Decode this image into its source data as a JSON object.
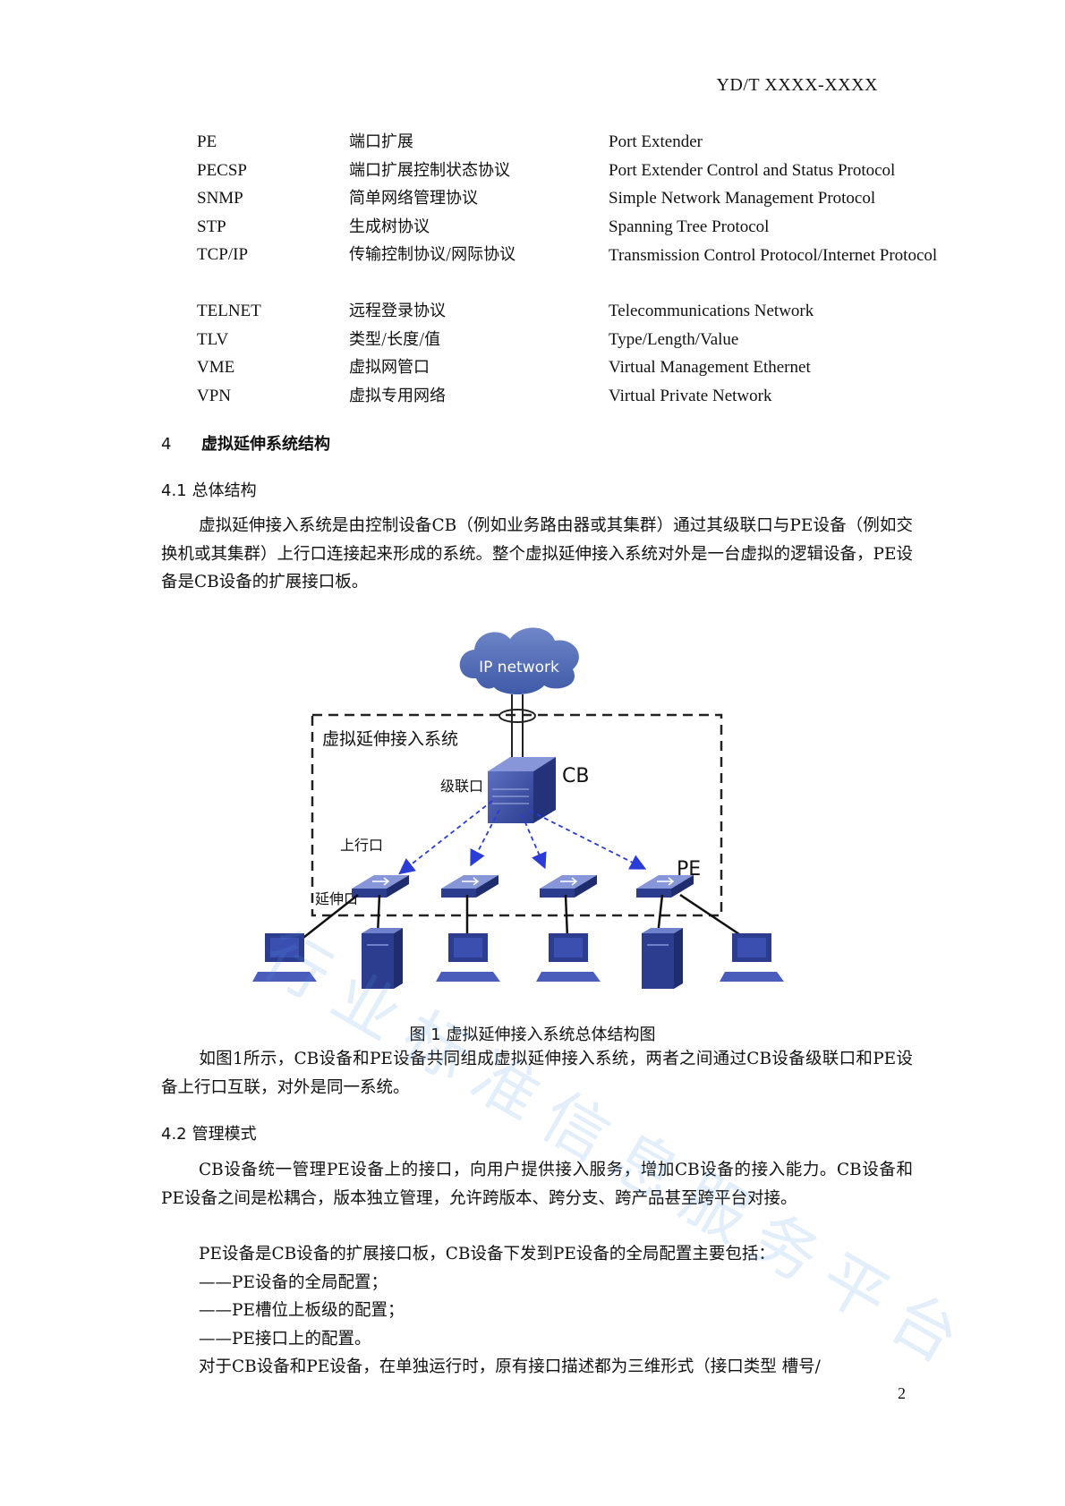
{
  "header": {
    "code": "YD/T  XXXX-XXXX"
  },
  "abbreviations": [
    {
      "abbr": "PE",
      "zh": "端口扩展",
      "en": "Port Extender"
    },
    {
      "abbr": "PECSP",
      "zh": "端口扩展控制状态协议",
      "en": "Port Extender Control and Status Protocol"
    },
    {
      "abbr": "SNMP",
      "zh": "简单网络管理协议",
      "en": "Simple Network Management Protocol"
    },
    {
      "abbr": "STP",
      "zh": "生成树协议",
      "en": "Spanning Tree Protocol"
    },
    {
      "abbr": "TCP/IP",
      "zh": "传输控制协议/网际协议",
      "en": "Transmission Control Protocol/Internet Protocol"
    },
    {
      "abbr": "TELNET",
      "zh": "远程登录协议",
      "en": "Telecommunications Network"
    },
    {
      "abbr": "TLV",
      "zh": "类型/长度/值",
      "en": "Type/Length/Value"
    },
    {
      "abbr": "VME",
      "zh": "虚拟网管口",
      "en": "Virtual Management Ethernet"
    },
    {
      "abbr": "VPN",
      "zh": "虚拟专用网络",
      "en": "Virtual Private Network"
    }
  ],
  "section4": {
    "num": "4",
    "title": "虚拟延伸系统结构"
  },
  "section4_1": {
    "num": "4.1",
    "title": "总体结构",
    "para": "虚拟延伸接入系统是由控制设备CB（例如业务路由器或其集群）通过其级联口与PE设备（例如交换机或其集群）上行口连接起来形成的系统。整个虚拟延伸接入系统对外是一台虚拟的逻辑设备，PE设备是CB设备的扩展接口板。"
  },
  "figure": {
    "cloud_label": "IP network",
    "system_label": "虚拟延伸接入系统",
    "cb_label": "CB",
    "pe_label": "PE",
    "cascade_port": "级联口",
    "uplink_port": "上行口",
    "extension_port": "延伸口",
    "caption": "图 1  虚拟延伸接入系统总体结构图"
  },
  "para_fig_ref": "如图1所示，CB设备和PE设备共同组成虚拟延伸接入系统，两者之间通过CB设备级联口和PE设备上行口互联，对外是同一系统。",
  "section4_2": {
    "num": "4.2",
    "title": "管理模式",
    "para1": "CB设备统一管理PE设备上的接口，向用户提供接入服务，增加CB设备的接入能力。CB设备和PE设备之间是松耦合，版本独立管理，允许跨版本、跨分支、跨产品甚至跨平台对接。",
    "para2": "PE设备是CB设备的扩展接口板，CB设备下发到PE设备的全局配置主要包括：",
    "items": [
      "——PE设备的全局配置；",
      "——PE槽位上板级的配置；",
      "——PE接口上的配置。"
    ],
    "para3": "对于CB设备和PE设备，在单独运行时，原有接口描述都为三维形式（接口类型 槽号/"
  },
  "watermark": "行业标准信息服务平台",
  "page_number": "2"
}
